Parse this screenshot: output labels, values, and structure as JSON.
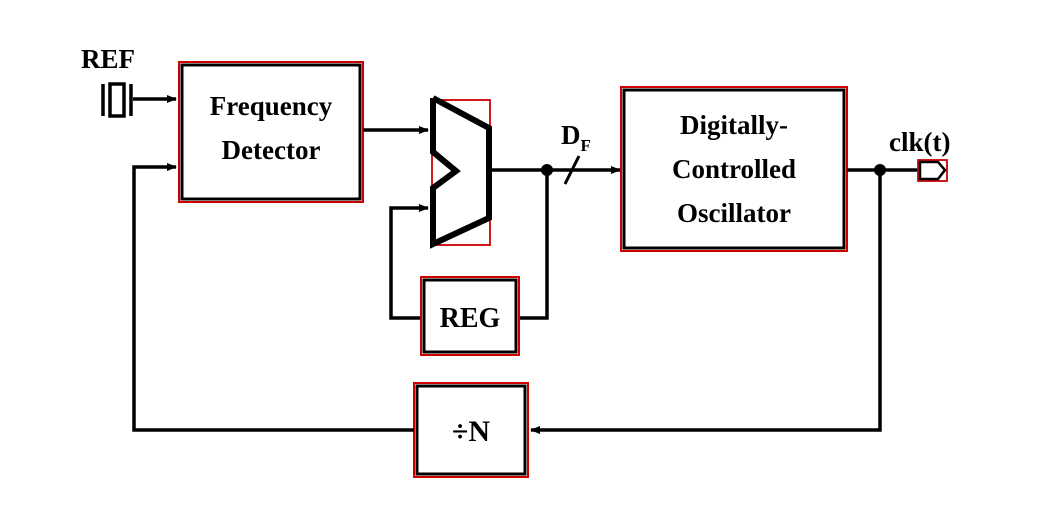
{
  "colors": {
    "line": "#000000",
    "highlight": "#cc0000",
    "background": "#ffffff"
  },
  "labels": {
    "ref": "REF",
    "frequency_detector_line1": "Frequency",
    "frequency_detector_line2": "Detector",
    "register": "REG",
    "df_main": "D",
    "df_sub": "F",
    "dco_line1": "Digitally-",
    "dco_line2": "Controlled",
    "dco_line3": "Oscillator",
    "clk_output": "clk(t)",
    "divider_symbol": "÷",
    "divider_n": "N"
  },
  "icons": {
    "crystal": "crystal-oscillator-icon",
    "output_port": "output-port-icon",
    "adder": "adder-icon"
  }
}
